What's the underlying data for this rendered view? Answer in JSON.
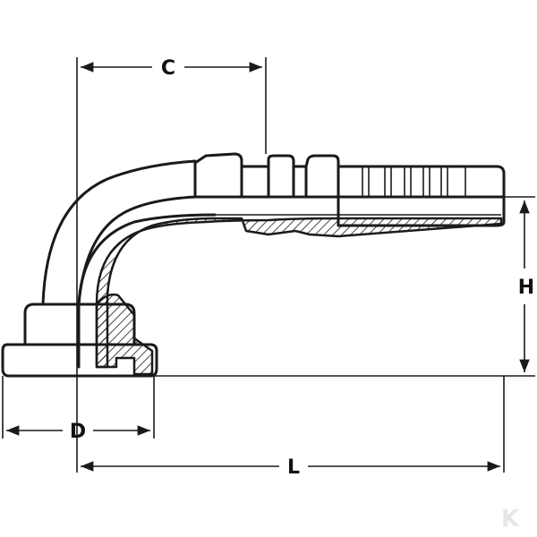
{
  "dimensions": {
    "c": "C",
    "h": "H",
    "d": "D",
    "l": "L"
  },
  "watermark": "K",
  "colors": {
    "line": "#1a1a1a",
    "background": "#ffffff",
    "hatch": "#1a1a1a",
    "watermark": "#e6e6e6"
  }
}
